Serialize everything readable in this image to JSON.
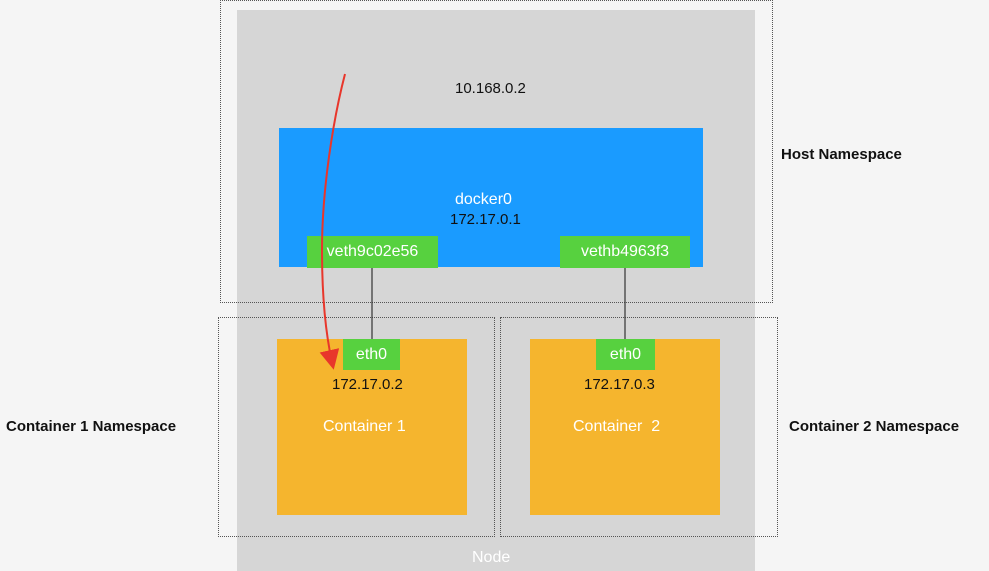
{
  "node": {
    "label": "Node",
    "host_ip": "10.168.0.2"
  },
  "host_namespace": {
    "label": "Host Namespace"
  },
  "bridge": {
    "name": "docker0",
    "ip": "172.17.0.1",
    "color": "#1a9bff"
  },
  "veths": [
    {
      "name": "veth9c02e56"
    },
    {
      "name": "vethb4963f3"
    }
  ],
  "containers": [
    {
      "namespace_label": "Container 1 Namespace",
      "label": "Container 1",
      "iface": "eth0",
      "ip": "172.17.0.2"
    },
    {
      "namespace_label": "Container 2 Namespace",
      "label": "Container  2",
      "iface": "eth0",
      "ip": "172.17.0.3"
    }
  ],
  "colors": {
    "node_bg": "#d6d6d6",
    "veth": "#57d13f",
    "container": "#f5b52e",
    "packet_path": "#e8362b"
  }
}
